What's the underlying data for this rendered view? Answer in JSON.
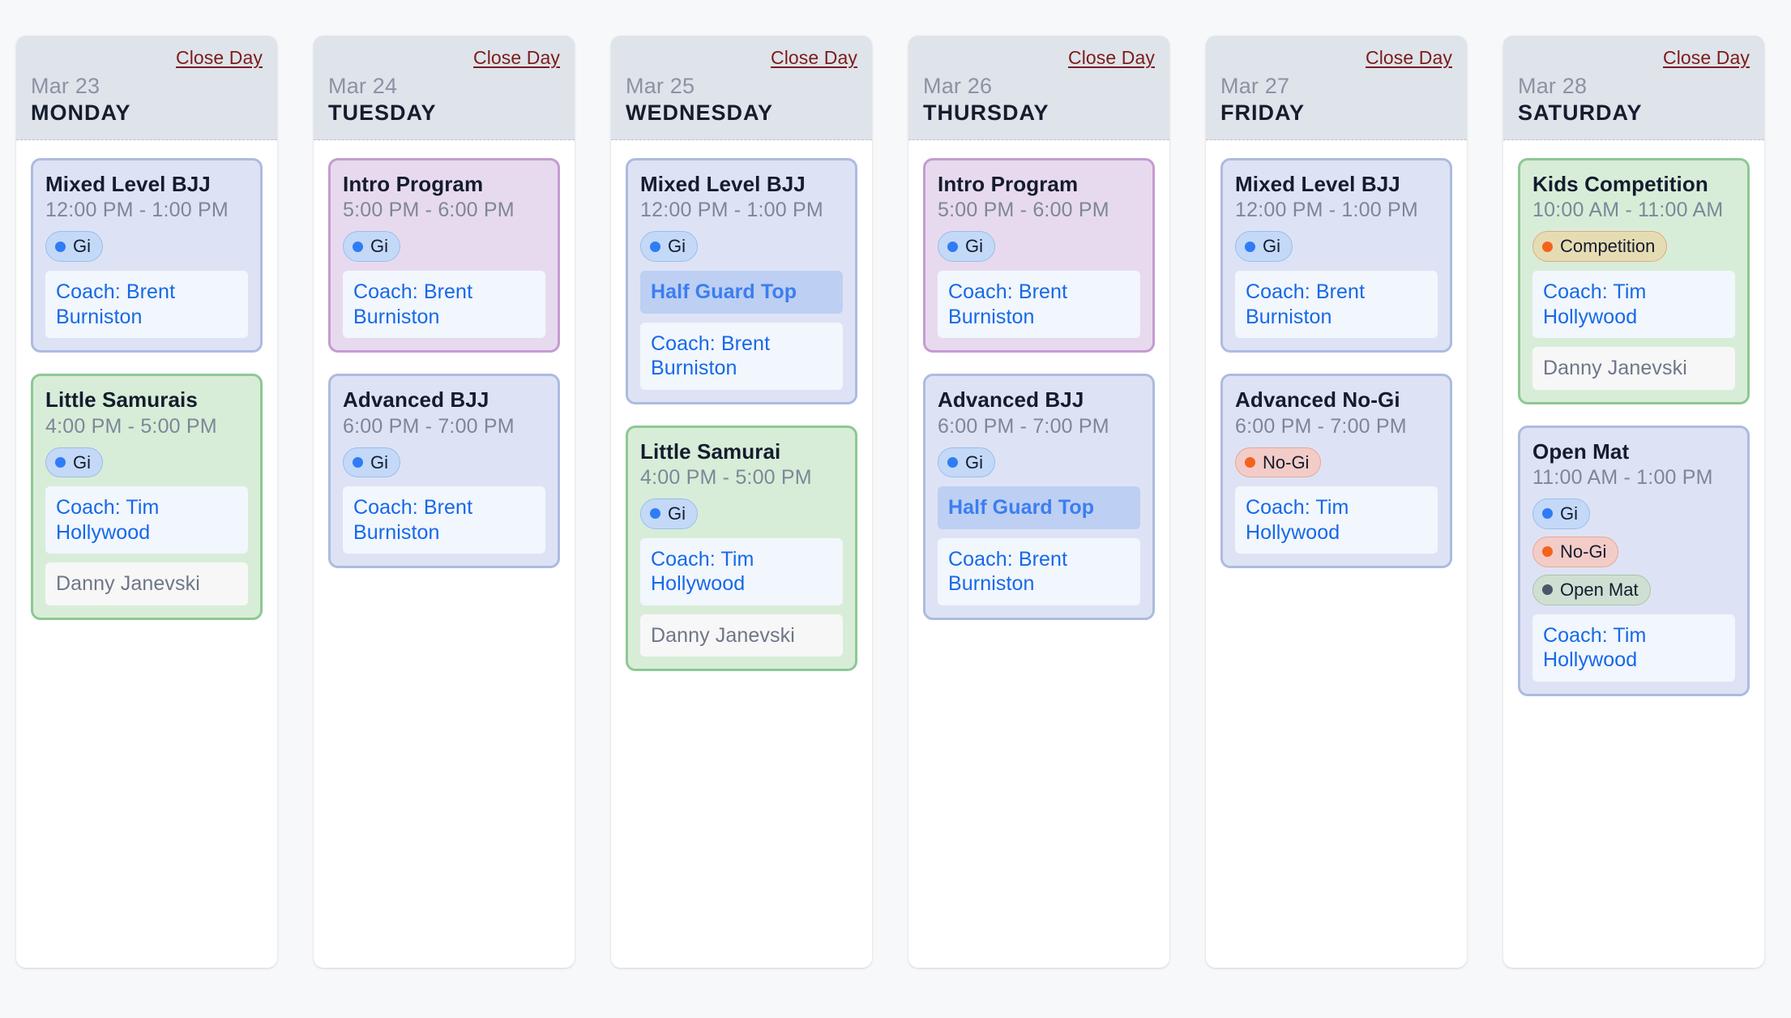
{
  "board": {
    "close_day_label": "Close Day",
    "days": [
      {
        "date": "Mar 23",
        "weekday": "MONDAY",
        "classes": [
          {
            "title": "Mixed Level BJJ",
            "time": "12:00 PM - 1:00 PM",
            "theme": "blue",
            "tags": [
              {
                "label": "Gi",
                "kind": "gi"
              }
            ],
            "technique": null,
            "coach": "Coach: Brent Burniston",
            "assistant": null
          },
          {
            "title": "Little Samurais",
            "time": "4:00 PM - 5:00 PM",
            "theme": "green",
            "tags": [
              {
                "label": "Gi",
                "kind": "gi"
              }
            ],
            "technique": null,
            "coach": "Coach: Tim Hollywood",
            "assistant": "Danny Janevski"
          }
        ]
      },
      {
        "date": "Mar 24",
        "weekday": "TUESDAY",
        "classes": [
          {
            "title": "Intro Program",
            "time": "5:00 PM - 6:00 PM",
            "theme": "purple",
            "tags": [
              {
                "label": "Gi",
                "kind": "gi"
              }
            ],
            "technique": null,
            "coach": "Coach: Brent Burniston",
            "assistant": null
          },
          {
            "title": "Advanced BJJ",
            "time": "6:00 PM - 7:00 PM",
            "theme": "blue",
            "tags": [
              {
                "label": "Gi",
                "kind": "gi"
              }
            ],
            "technique": null,
            "coach": "Coach: Brent Burniston",
            "assistant": null
          }
        ]
      },
      {
        "date": "Mar 25",
        "weekday": "WEDNESDAY",
        "classes": [
          {
            "title": "Mixed Level BJJ",
            "time": "12:00 PM - 1:00 PM",
            "theme": "blue",
            "tags": [
              {
                "label": "Gi",
                "kind": "gi"
              }
            ],
            "technique": "Half Guard Top",
            "coach": "Coach: Brent Burniston",
            "assistant": null
          },
          {
            "title": "Little Samurai",
            "time": "4:00 PM - 5:00 PM",
            "theme": "green",
            "tags": [
              {
                "label": "Gi",
                "kind": "gi"
              }
            ],
            "technique": null,
            "coach": "Coach: Tim Hollywood",
            "assistant": "Danny Janevski"
          }
        ]
      },
      {
        "date": "Mar 26",
        "weekday": "THURSDAY",
        "classes": [
          {
            "title": "Intro Program",
            "time": "5:00 PM - 6:00 PM",
            "theme": "purple",
            "tags": [
              {
                "label": "Gi",
                "kind": "gi"
              }
            ],
            "technique": null,
            "coach": "Coach: Brent Burniston",
            "assistant": null
          },
          {
            "title": "Advanced BJJ",
            "time": "6:00 PM - 7:00 PM",
            "theme": "blue",
            "tags": [
              {
                "label": "Gi",
                "kind": "gi"
              }
            ],
            "technique": "Half Guard Top",
            "coach": "Coach: Brent Burniston",
            "assistant": null
          }
        ]
      },
      {
        "date": "Mar 27",
        "weekday": "FRIDAY",
        "classes": [
          {
            "title": "Mixed Level BJJ",
            "time": "12:00 PM - 1:00 PM",
            "theme": "blue",
            "tags": [
              {
                "label": "Gi",
                "kind": "gi"
              }
            ],
            "technique": null,
            "coach": "Coach: Brent Burniston",
            "assistant": null
          },
          {
            "title": "Advanced No-Gi",
            "time": "6:00 PM - 7:00 PM",
            "theme": "blue",
            "tags": [
              {
                "label": "No-Gi",
                "kind": "nogi"
              }
            ],
            "technique": null,
            "coach": "Coach: Tim Hollywood",
            "assistant": null
          }
        ]
      },
      {
        "date": "Mar 28",
        "weekday": "SATURDAY",
        "classes": [
          {
            "title": "Kids Competition",
            "time": "10:00 AM - 11:00 AM",
            "theme": "green",
            "tags": [
              {
                "label": "Competition",
                "kind": "competition"
              }
            ],
            "technique": null,
            "coach": "Coach: Tim Hollywood",
            "assistant": "Danny Janevski"
          },
          {
            "title": "Open Mat",
            "time": "11:00 AM - 1:00 PM",
            "theme": "blue",
            "tags": [
              {
                "label": "Gi",
                "kind": "gi"
              },
              {
                "label": "No-Gi",
                "kind": "nogi"
              },
              {
                "label": "Open Mat",
                "kind": "openmat"
              }
            ],
            "technique": null,
            "coach": "Coach: Tim Hollywood",
            "assistant": null
          }
        ]
      }
    ]
  },
  "colors": {
    "page_background": "#f7f8fa",
    "header_background": "#dfe3ea",
    "close_day": "#7b1c1c",
    "theme_blue_bg": "#dde3f5",
    "theme_blue_border": "#adbbe0",
    "theme_purple_bg": "#e8daee",
    "theme_purple_border": "#c49bd2",
    "theme_green_bg": "#d8edd8",
    "theme_green_border": "#8dc894",
    "tag_gi_dot": "#2f7cf6",
    "tag_nogi_dot": "#f4631c",
    "tag_openmat_dot": "#4b5768",
    "tag_competition_dot": "#f4631c",
    "coach_text": "#1569e8",
    "technique_text": "#3b7ef0",
    "assistant_text": "#6e7787",
    "title_text": "#141c2e",
    "time_text": "#7d8799"
  }
}
